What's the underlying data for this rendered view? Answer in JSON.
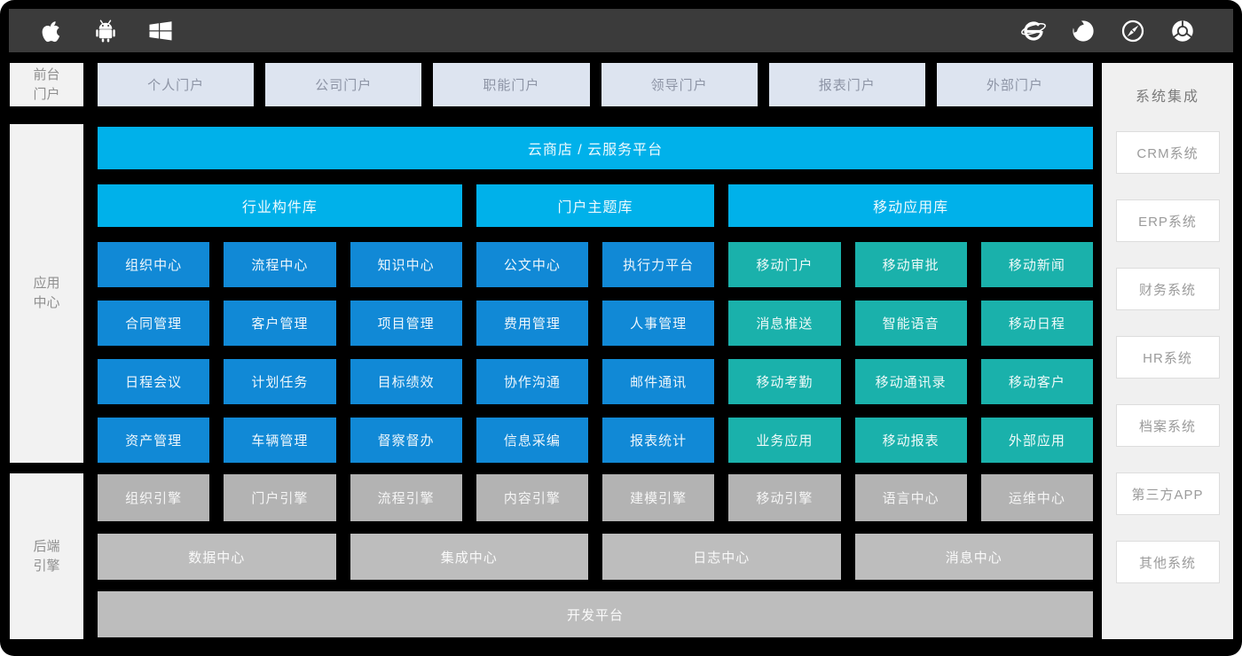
{
  "colors": {
    "cyan": "#00b1ea",
    "blue": "#1189d6",
    "teal": "#1ab1ab",
    "gray": "#b3b3b3",
    "topbar": "#3b3b3b"
  },
  "topbar": {
    "os_icons": [
      "apple",
      "android",
      "windows"
    ],
    "browser_icons": [
      "internet-explorer",
      "firefox",
      "safari",
      "chrome"
    ]
  },
  "side_labels": {
    "front_portal": [
      "前台",
      "门户"
    ],
    "app_center": [
      "应用",
      "中心"
    ],
    "backend_engine": [
      "后端",
      "引擎"
    ]
  },
  "portals": [
    "个人门户",
    "公司门户",
    "职能门户",
    "领导门户",
    "报表门户",
    "外部门户"
  ],
  "cloud_banner": "云商店 / 云服务平台",
  "section_headers": {
    "industry": "行业构件库",
    "portal_theme": "门户主题库",
    "mobile_app": "移动应用库"
  },
  "app_grid": {
    "rows": [
      {
        "blue": [
          "组织中心",
          "流程中心",
          "知识中心",
          "公文中心",
          "执行力平台"
        ],
        "teal": [
          "移动门户",
          "移动审批",
          "移动新闻"
        ]
      },
      {
        "blue": [
          "合同管理",
          "客户管理",
          "项目管理",
          "费用管理",
          "人事管理"
        ],
        "teal": [
          "消息推送",
          "智能语音",
          "移动日程"
        ]
      },
      {
        "blue": [
          "日程会议",
          "计划任务",
          "目标绩效",
          "协作沟通",
          "邮件通讯"
        ],
        "teal": [
          "移动考勤",
          "移动通讯录",
          "移动客户"
        ]
      },
      {
        "blue": [
          "资产管理",
          "车辆管理",
          "督察督办",
          "信息采编",
          "报表统计"
        ],
        "teal": [
          "业务应用",
          "移动报表",
          "外部应用"
        ]
      }
    ]
  },
  "engines": [
    "组织引擎",
    "门户引擎",
    "流程引擎",
    "内容引擎",
    "建模引擎",
    "移动引擎",
    "语言中心",
    "运维中心"
  ],
  "centers": [
    "数据中心",
    "集成中心",
    "日志中心",
    "消息中心"
  ],
  "dev_platform": "开发平台",
  "integration": {
    "title": "系统集成",
    "systems": [
      "CRM系统",
      "ERP系统",
      "财务系统",
      "HR系统",
      "档案系统",
      "第三方APP",
      "其他系统"
    ]
  }
}
